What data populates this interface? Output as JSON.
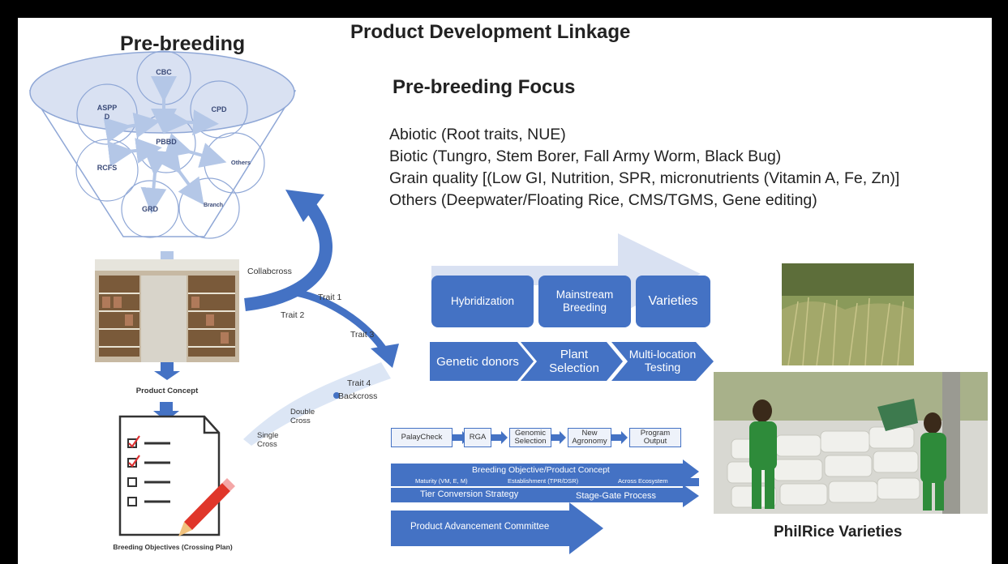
{
  "titles": {
    "main": "Product Development Linkage",
    "prebreeding": "Pre-breeding",
    "focus": "Pre-breeding Focus"
  },
  "focus_items": [
    "Abiotic (Root traits, NUE)",
    "Biotic (Tungro, Stem Borer, Fall Army Worm, Black Bug)",
    "Grain quality [(Low GI, Nutrition, SPR, micronutrients (Vitamin A, Fe, Zn)]",
    "Others (Deepwater/Floating Rice, CMS/TGMS, Gene editing)"
  ],
  "prebreeding_nodes": {
    "cbc": "CBC",
    "aspp": "ASPP",
    "aspp_d": "D",
    "cpd": "CPD",
    "pbbd": "PBBD",
    "rcfs": "RCFS",
    "others": "Others",
    "grd": "GRD",
    "branch": "Branch"
  },
  "labels": {
    "product_concept": "Product Concept",
    "breeding_objectives": "Breeding Objectives (Crossing Plan)",
    "collabcross": "Collabcross",
    "trait1": "Trait 1",
    "trait2": "Trait 2",
    "trait3": "Trait 3",
    "trait4": "Trait 4",
    "backcross": "Backcross",
    "double_cross": "Double\nCross",
    "single_cross": "Single\nCross",
    "philrice": "PhilRice Varieties"
  },
  "process_boxes": [
    "Hybridization",
    "Mainstream Breeding",
    "Varieties"
  ],
  "chevrons": [
    "Genetic donors",
    "Plant Selection",
    "Multi-location Testing"
  ],
  "tools": [
    "PalayCheck",
    "RGA",
    "Genomic Selection",
    "New Agronomy",
    "Program Output"
  ],
  "bars": {
    "objective": "Breeding Objective/Product Concept",
    "maturity": "Maturity (VM, E, M)",
    "establishment": "Establishment (TPR/DSR)",
    "ecosystem": "Across Ecosystem",
    "tier": "Tier Conversion Strategy",
    "stagegate": "Stage-Gate Process",
    "pac": "Product Advancement Committee"
  },
  "colors": {
    "accent": "#4472c4",
    "light_blue": "#b4c7e7",
    "funnel": "#d9e1f2"
  }
}
